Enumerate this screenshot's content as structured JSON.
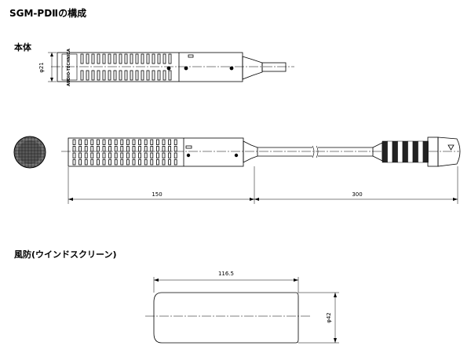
{
  "title": "SGM-PDⅡの構成",
  "sections": {
    "body_label": "本体",
    "windscreen_label": "風防(ウインドスクリーン)"
  },
  "logo": {
    "text": "AUDIO-TECHNICA"
  },
  "dimensions": {
    "body_diameter": "φ21",
    "body_length": "150",
    "cable_length": "300",
    "screen_length": "116.5",
    "screen_diameter": "φ42"
  }
}
